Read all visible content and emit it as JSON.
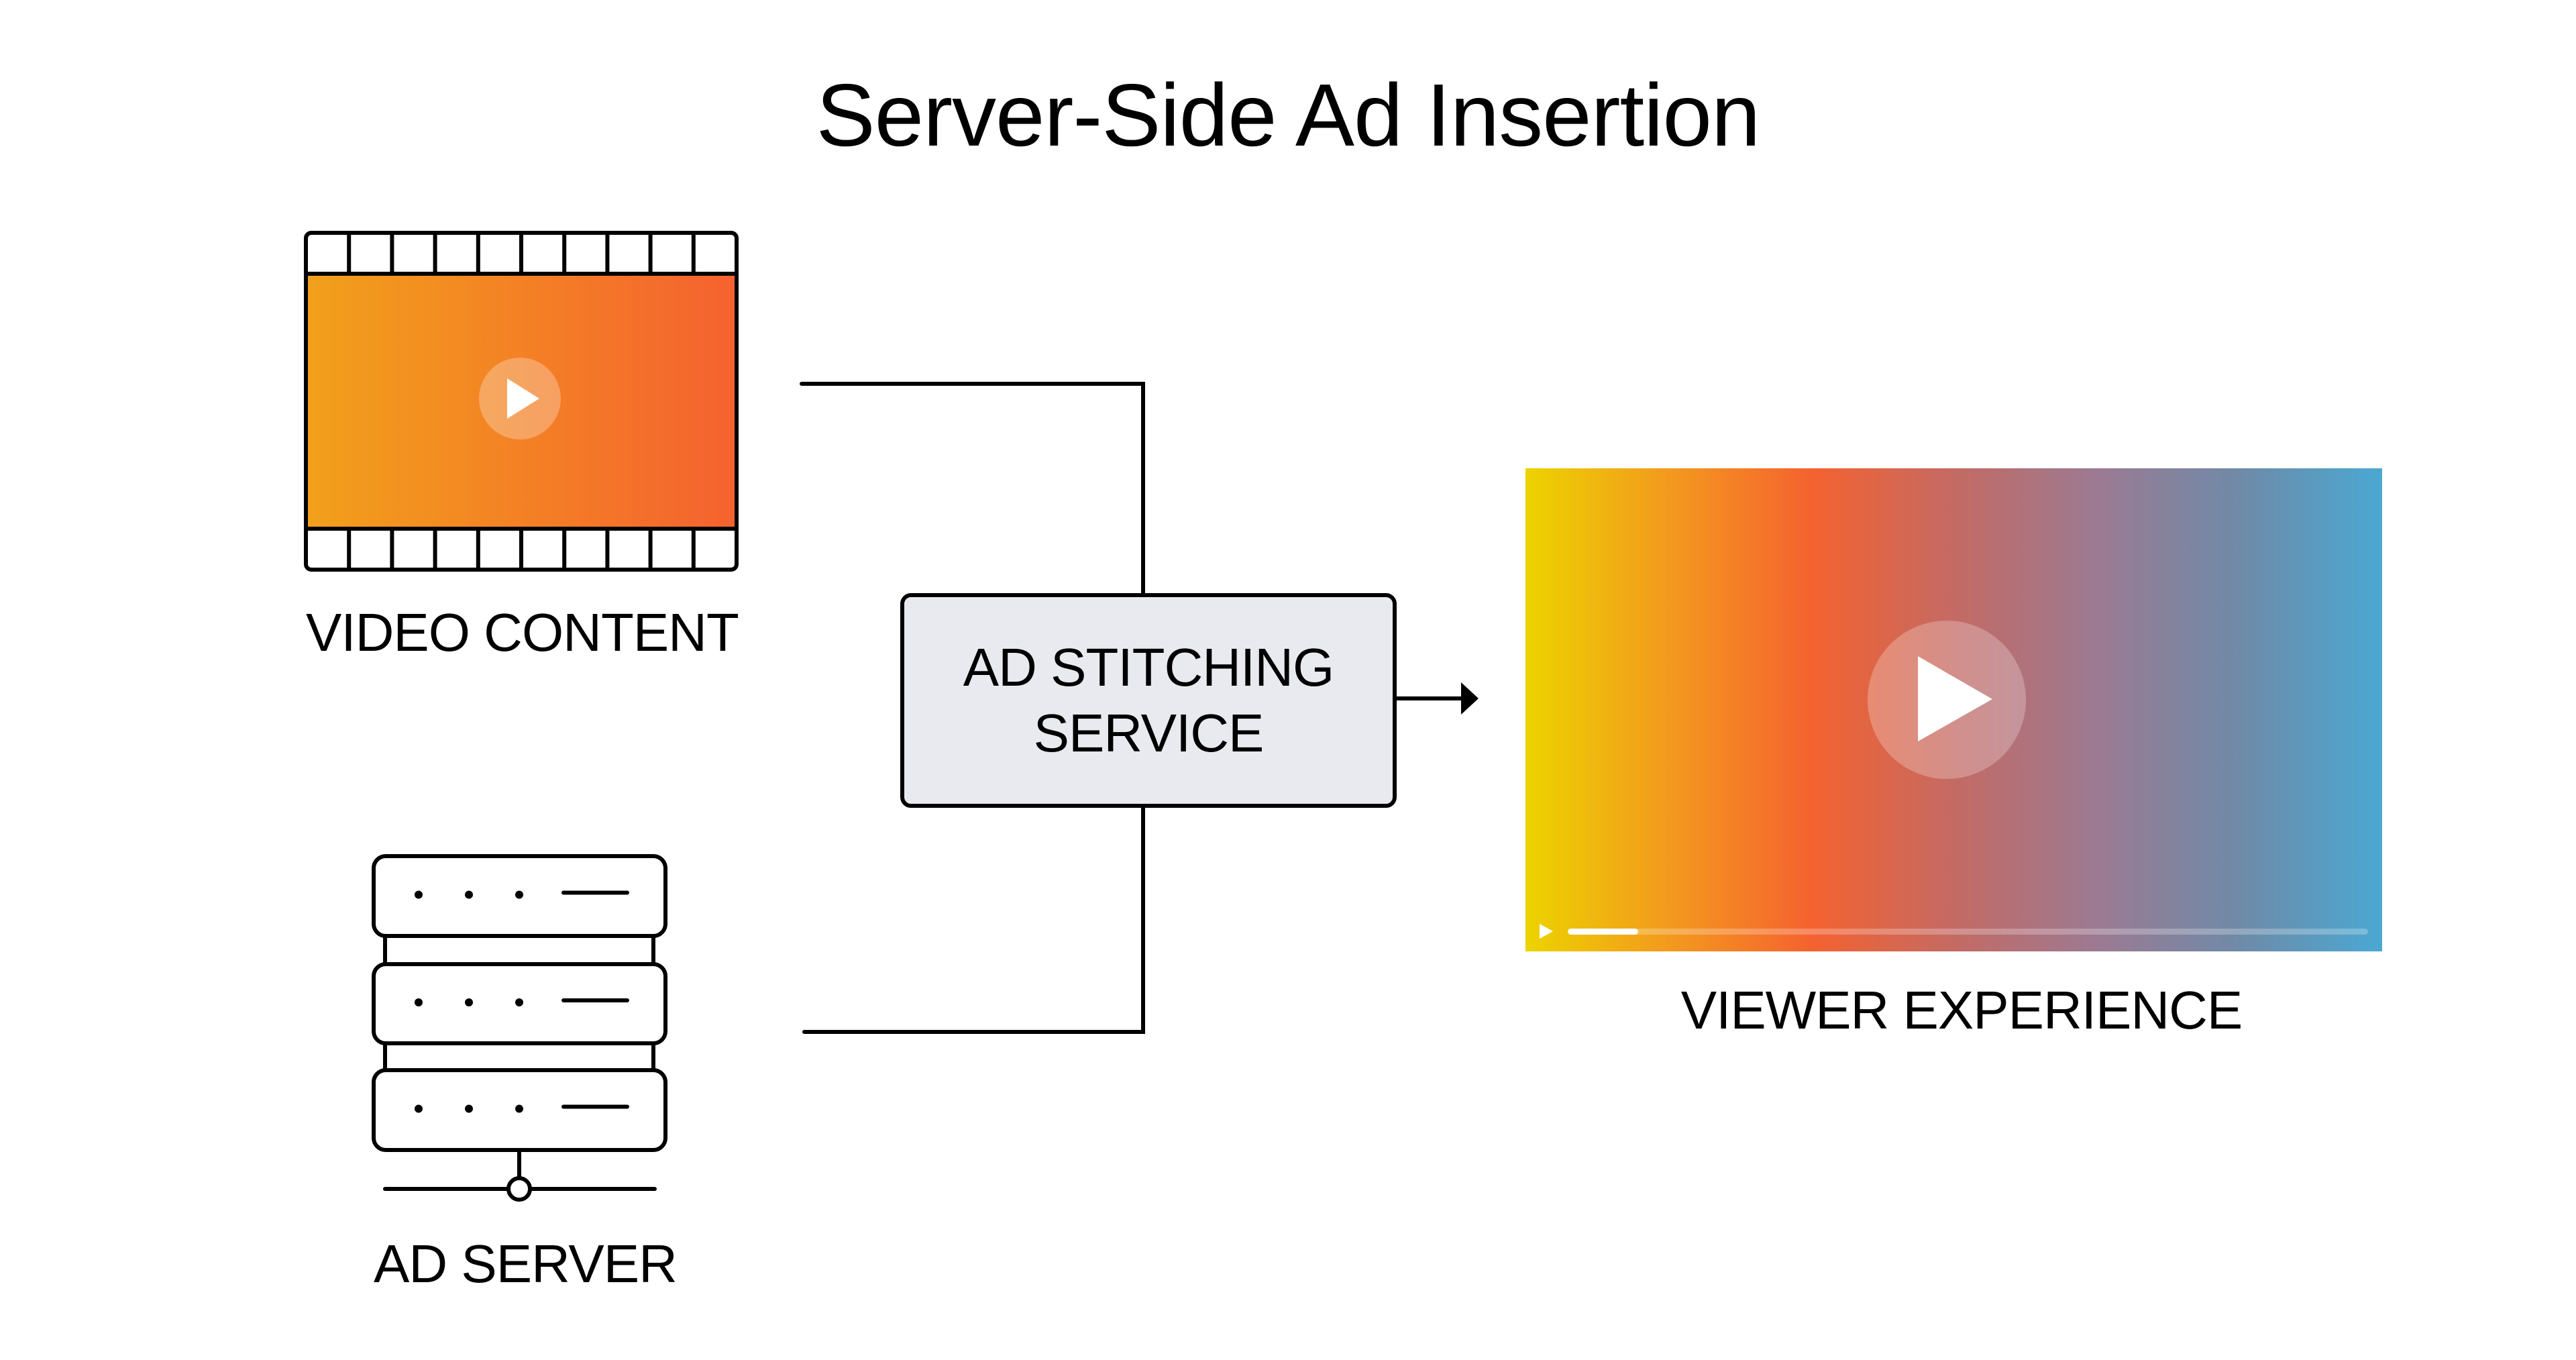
{
  "title": "Server-Side Ad Insertion",
  "nodes": {
    "video_content": {
      "label": "VIDEO CONTENT",
      "icon": "film-strip-icon",
      "gradient": [
        "#f2a01b",
        "#f5622f"
      ]
    },
    "ad_server": {
      "label": "AD SERVER",
      "icon": "server-rack-icon"
    },
    "ad_stitching_service": {
      "label_line1": "AD STITCHING",
      "label_line2": "SERVICE",
      "fill": "#e9eaef"
    },
    "viewer_experience": {
      "label": "VIEWER EXPERIENCE",
      "icon": "video-player-icon",
      "gradient": [
        "#ecd300",
        "#f39a1e",
        "#f5622f",
        "#c46a64",
        "#9c7a92",
        "#6f8aa8",
        "#4aa8d3"
      ],
      "playback_progress": 0.088
    }
  },
  "edges": [
    {
      "from": "video_content",
      "to": "ad_stitching_service"
    },
    {
      "from": "ad_server",
      "to": "ad_stitching_service"
    },
    {
      "from": "ad_stitching_service",
      "to": "viewer_experience",
      "arrow": true
    }
  ]
}
